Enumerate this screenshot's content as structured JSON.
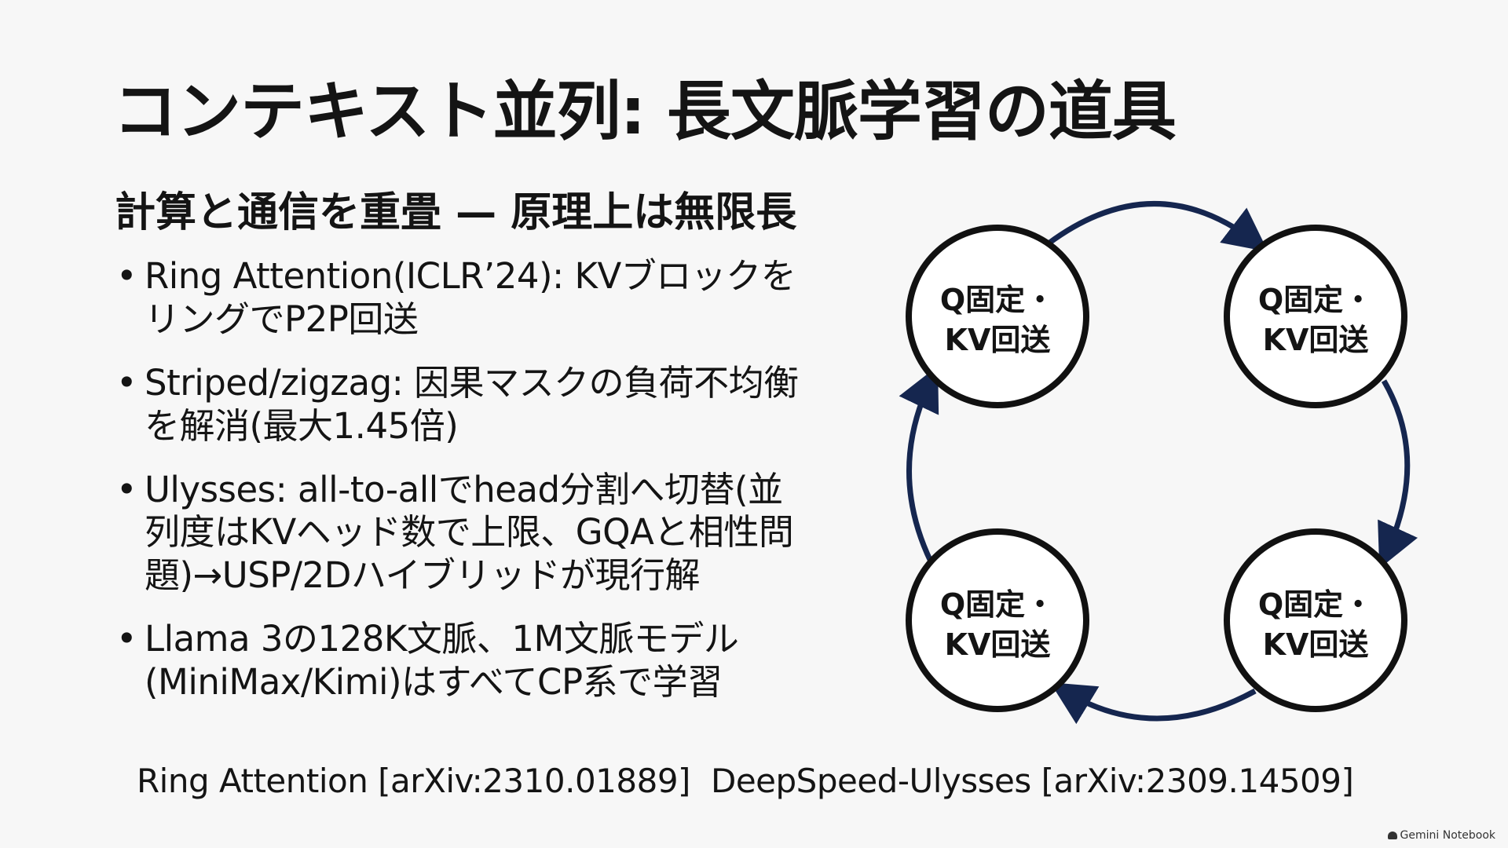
{
  "title": "コンテキスト並列: 長文脈学習の道具",
  "subtitle": "計算と通信を重畳 — 原理上は無限長",
  "bullets": [
    "Ring Attention(ICLR’24): KVブロックを\nリングでP2P回送",
    "Striped/zigzag: 因果マスクの負荷不均衡\nを解消(最大1.45倍)",
    "Ulysses: all-to-allでhead分割へ切替(並\n列度はKVヘッド数で上限、GQAと相性問\n題)→USP/2Dハイブリッドが現行解",
    "Llama 3の128K文脈、1M文脈モデル\n(MiniMax/Kimi)はすべてCP系で学習"
  ],
  "bullet_marker": "•",
  "ring": {
    "nodes": [
      {
        "line1": "Q固定・",
        "line2": "KV回送"
      },
      {
        "line1": "Q固定・",
        "line2": "KV回送"
      },
      {
        "line1": "Q固定・",
        "line2": "KV回送"
      },
      {
        "line1": "Q固定・",
        "line2": "KV回送"
      }
    ],
    "arrow_color": "#15264f",
    "node_stroke": "#111111",
    "direction": "clockwise"
  },
  "references": [
    "Ring Attention [arXiv:2310.01889]",
    "DeepSpeed-Ulysses [arXiv:2309.14509]"
  ],
  "watermark": "Gemini Notebook"
}
